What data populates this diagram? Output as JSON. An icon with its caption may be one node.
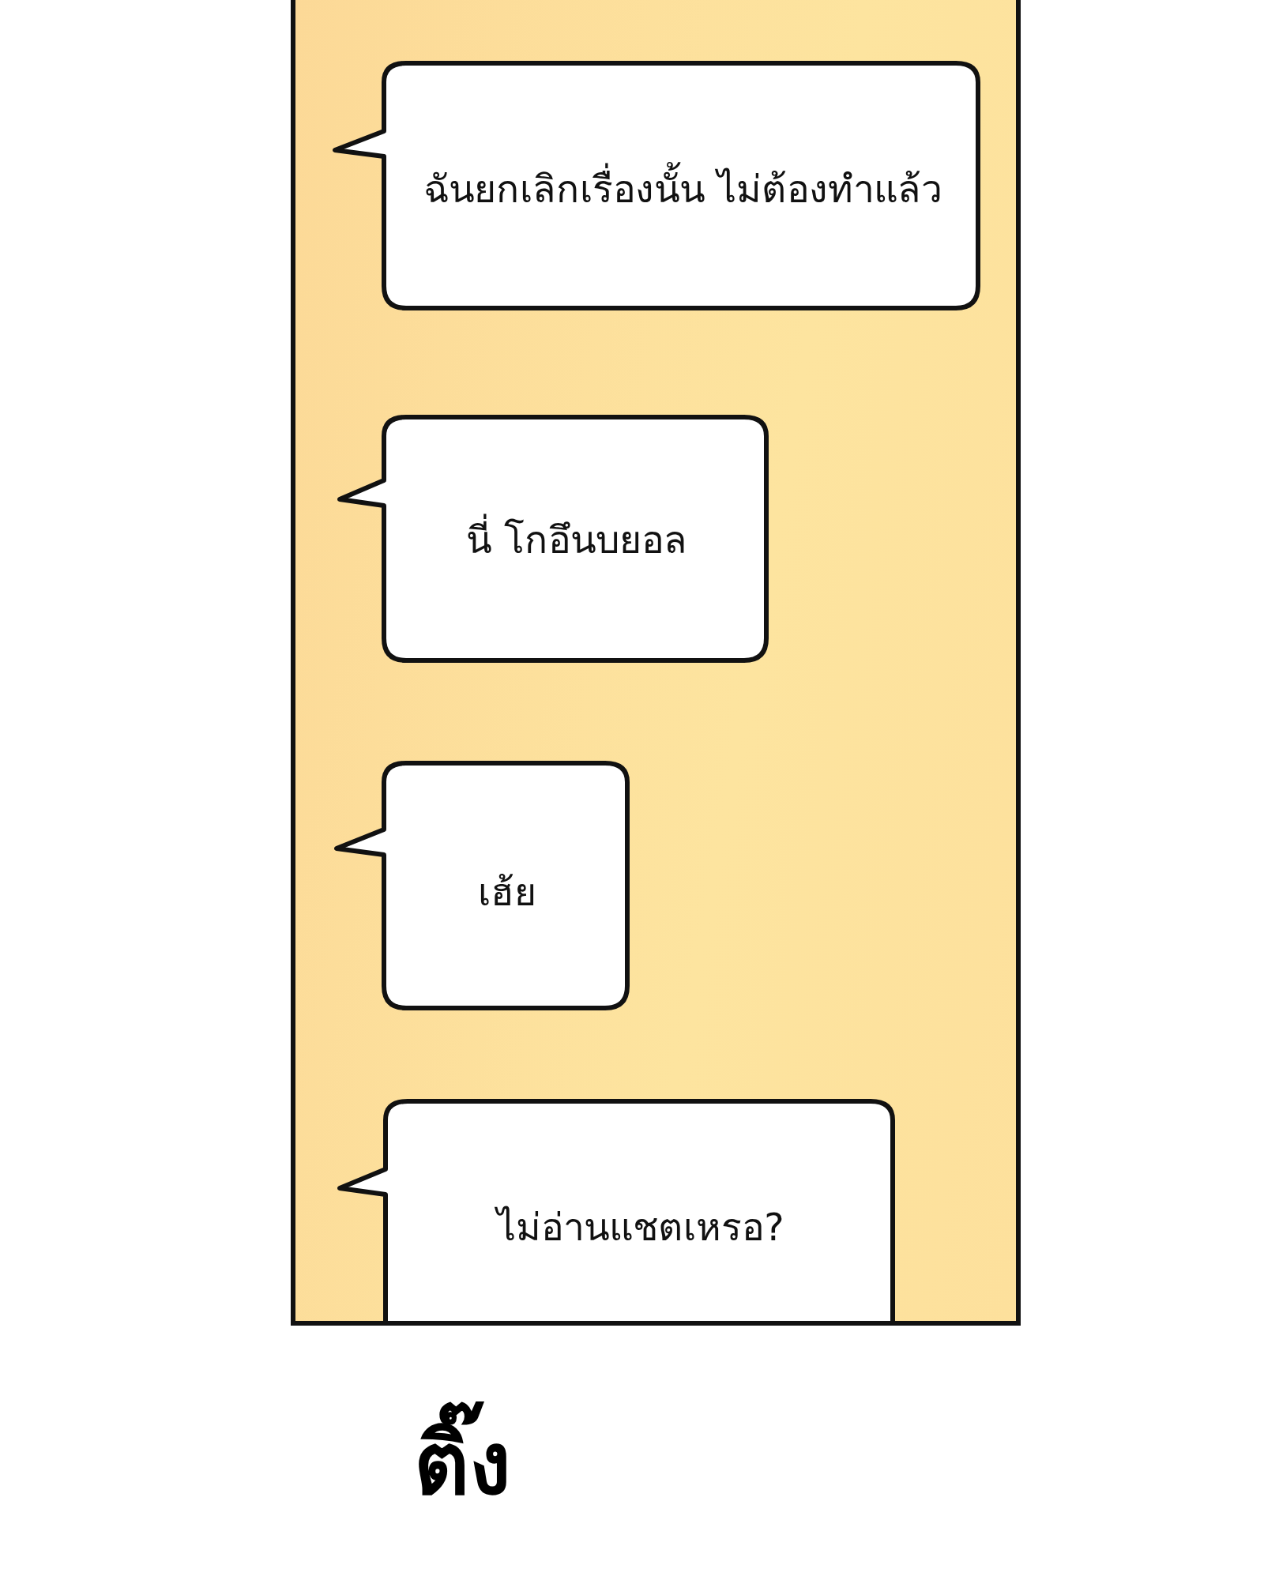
{
  "diagram": {
    "nodes": [
      {
        "text": [
          "ฉันยกเลิกเรื่องนั้น ไม่ต้องทำแล้ว"
        ]
      },
      {
        "text": [
          "นี่ โกอึนบยอล"
        ]
      },
      {
        "text": [
          "เฮ้ย"
        ]
      },
      {
        "text": [
          "ไม่อ่านแชตเหรอ?"
        ]
      }
    ],
    "edges": [],
    "labels": [
      "ติ๊ง"
    ]
  }
}
